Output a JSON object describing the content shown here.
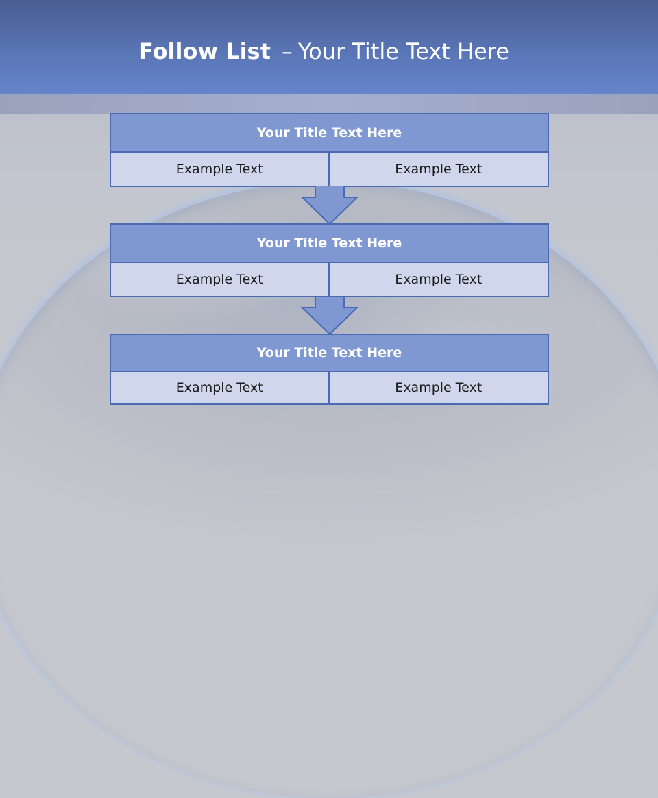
{
  "slide": {
    "title_bold": "Follow List",
    "title_separator": "–",
    "title_rest": "Your Title Text Here"
  },
  "blocks": [
    {
      "title": "Your Title Text Here",
      "cells": [
        "Example Text",
        "Example Text"
      ]
    },
    {
      "title": "Your Title Text Here",
      "cells": [
        "Example Text",
        "Example Text"
      ]
    },
    {
      "title": "Your Title Text Here",
      "cells": [
        "Example Text",
        "Example Text"
      ]
    }
  ],
  "colors": {
    "header": "#5975b5",
    "block_title_fill": "#7f98d2",
    "block_cell_fill": "#d0d6ec",
    "border": "#4a6bb4"
  }
}
